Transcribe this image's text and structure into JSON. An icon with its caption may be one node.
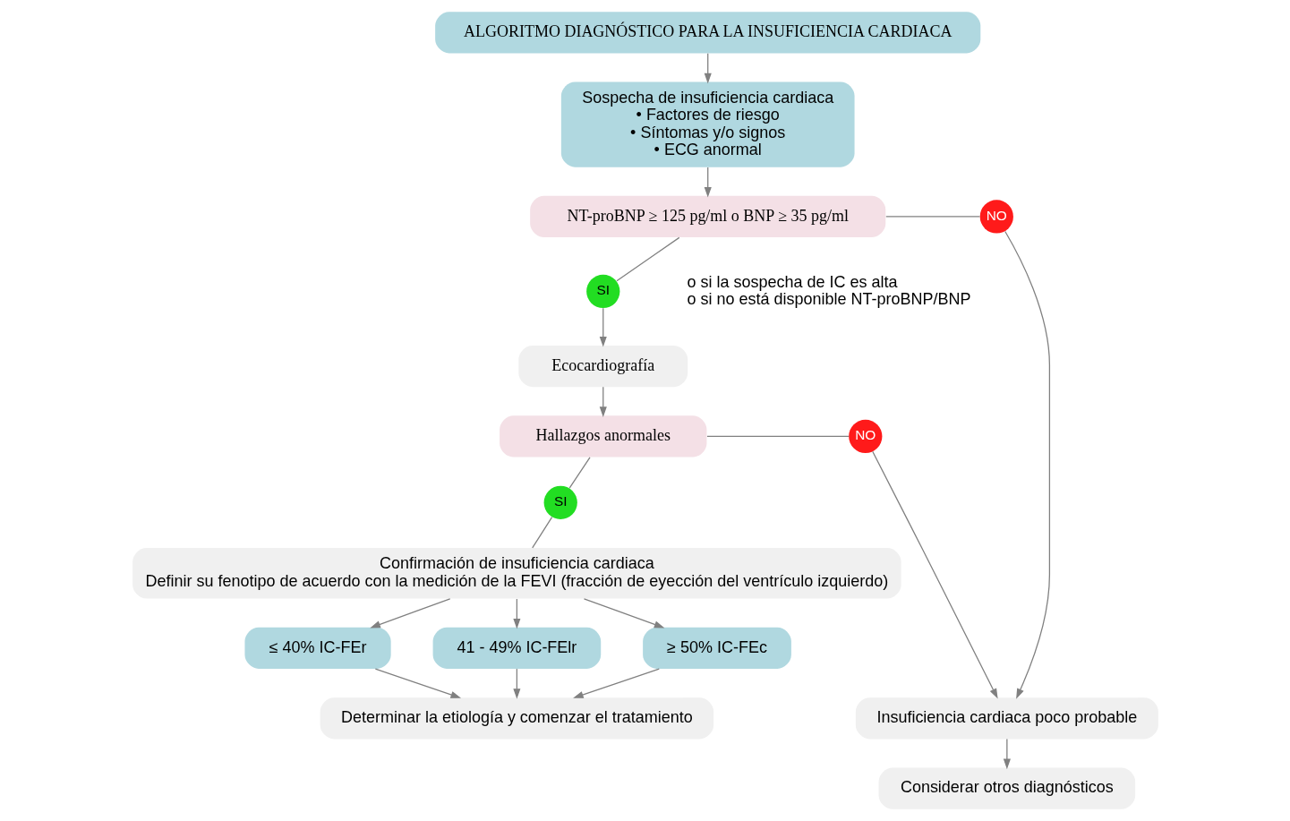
{
  "diagram": {
    "nodes": [
      {
        "text": [
          "ALGORITMO DIAGNÓSTICO PARA LA INSUFICIENCIA CARDIACA"
        ]
      },
      {
        "text": [
          "Sospecha de insuficiencia cardiaca",
          "• Factores de riesgo",
          "• Síntomas y/o signos",
          "• ECG anormal"
        ]
      },
      {
        "text": [
          "NT-proBNP ≥ 125 pg/ml o BNP ≥ 35 pg/ml"
        ]
      },
      {
        "text": [
          "SI"
        ]
      },
      {
        "text": [
          "Ecocardiografía"
        ]
      },
      {
        "text": [
          "Hallazgos anormales"
        ]
      },
      {
        "text": [
          "SI"
        ]
      },
      {
        "text": [
          "Confirmación de insuficiencia cardiaca",
          "Definir su fenotipo de acuerdo con la medición de la FEVI (fracción de eyección del ventrículo izquierdo)"
        ]
      },
      {
        "text": [
          "≤ 40% IC-FEr"
        ]
      },
      {
        "text": [
          "41 - 49% IC-FElr"
        ]
      },
      {
        "text": [
          "≥ 50% IC-FEc"
        ]
      },
      {
        "text": [
          "Determinar la etiología y comenzar el tratamiento"
        ]
      },
      {
        "text": [
          "NO"
        ]
      },
      {
        "text": [
          "NO"
        ]
      },
      {
        "text": [
          "Insuficiencia cardiaca poco probable"
        ]
      },
      {
        "text": [
          "Considerar otros diagnósticos"
        ]
      }
    ],
    "edges": [
      {
        "from": 0,
        "to": 1,
        "arrow": "to"
      },
      {
        "from": 1,
        "to": 2,
        "arrow": "to"
      },
      {
        "from": 2,
        "to": 3,
        "arrow": "none"
      },
      {
        "from": 3,
        "to": 4,
        "arrow": "to"
      },
      {
        "from": 4,
        "to": 5,
        "arrow": "to"
      },
      {
        "from": 5,
        "to": 6,
        "arrow": "none"
      },
      {
        "from": 6,
        "to": 7,
        "arrow": "none"
      },
      {
        "from": 7,
        "to": 8,
        "arrow": "to"
      },
      {
        "from": 7,
        "to": 9,
        "arrow": "to"
      },
      {
        "from": 7,
        "to": 10,
        "arrow": "to"
      },
      {
        "from": 8,
        "to": 11,
        "arrow": "to"
      },
      {
        "from": 9,
        "to": 11,
        "arrow": "to"
      },
      {
        "from": 10,
        "to": 11,
        "arrow": "to"
      },
      {
        "from": 2,
        "to": 12,
        "arrow": "none"
      },
      {
        "from": 12,
        "to": 14,
        "arrow": "to"
      },
      {
        "from": 5,
        "to": 13,
        "arrow": "none"
      },
      {
        "from": 13,
        "to": 14,
        "arrow": "to"
      },
      {
        "from": 14,
        "to": 15,
        "arrow": "to"
      }
    ],
    "labels": [
      "o si la sospecha de IC es alta",
      "o si no está disponible NT-proBNP/BNP"
    ]
  }
}
